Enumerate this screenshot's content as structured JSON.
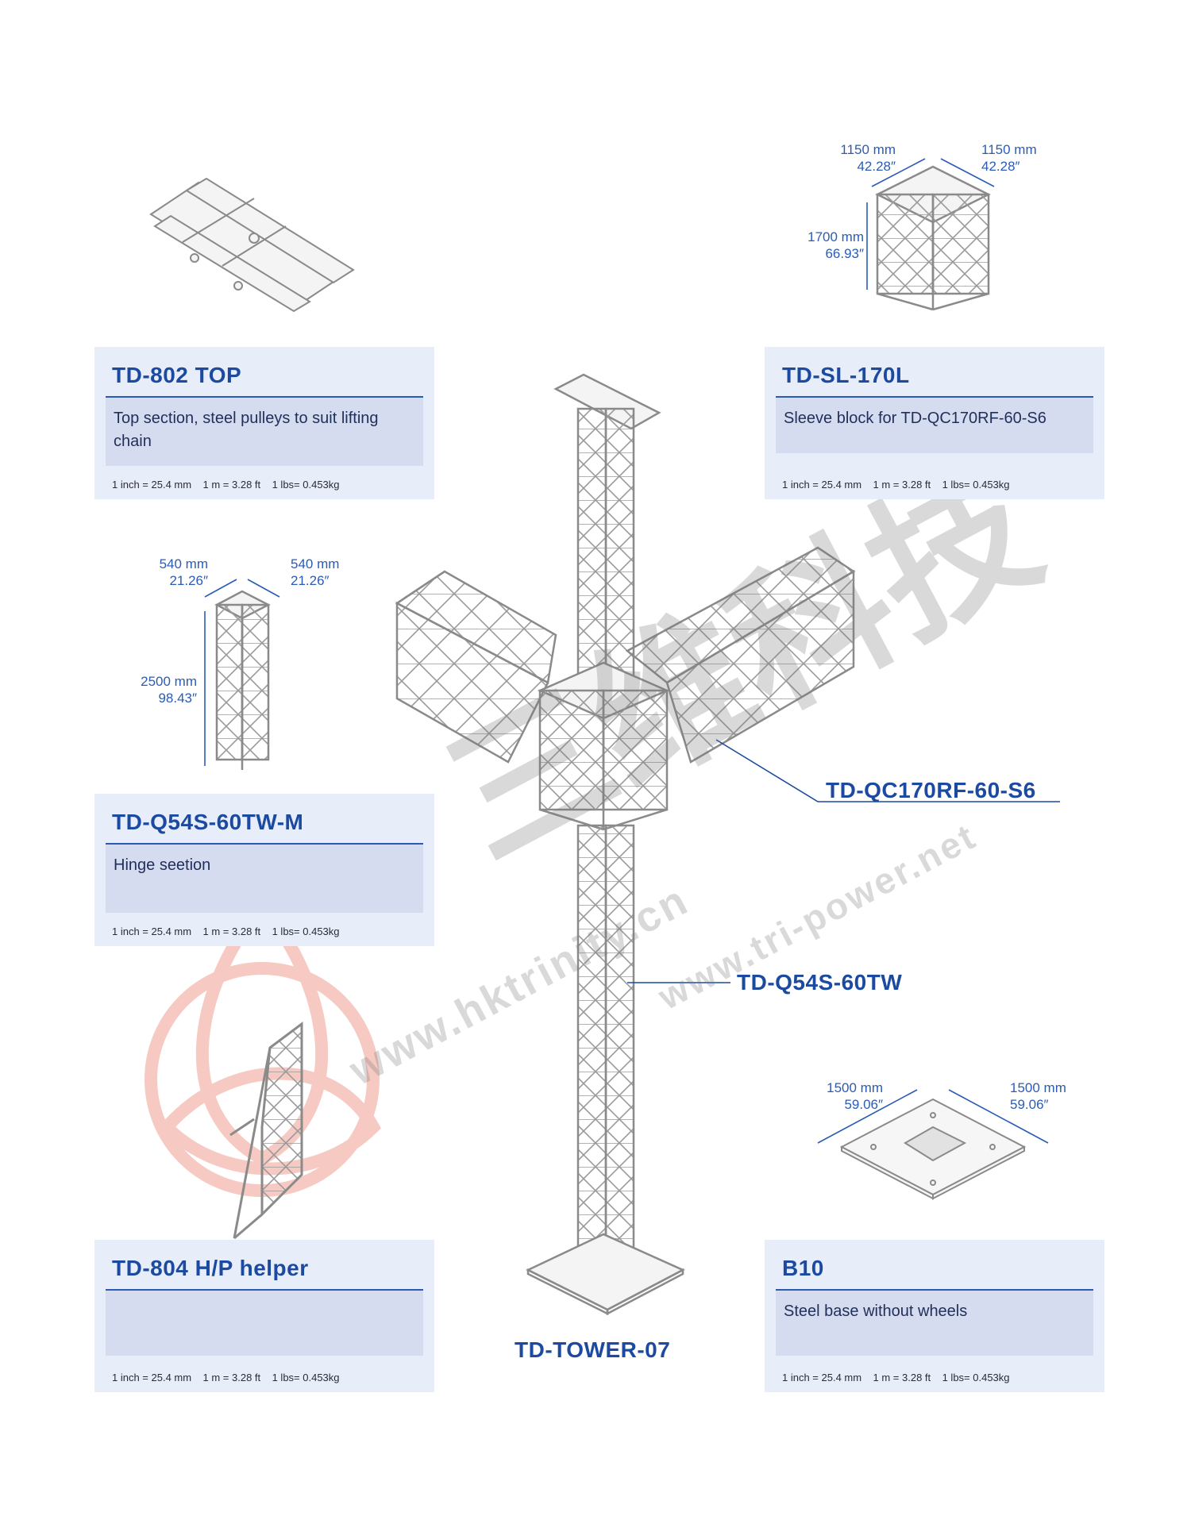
{
  "cards": {
    "top": {
      "title": "TD-802 TOP",
      "desc": "Top section, steel pulleys to suit lifting chain",
      "units": "1 inch = 25.4 mm    1 m = 3.28 ft    1 lbs= 0.453kg"
    },
    "sleeve": {
      "title": "TD-SL-170L",
      "desc": "Sleeve block for TD-QC170RF-60-S6",
      "units": "1 inch = 25.4 mm    1 m = 3.28 ft    1 lbs= 0.453kg"
    },
    "hinge": {
      "title": "TD-Q54S-60TW-M",
      "desc": "Hinge seetion",
      "units": "1 inch = 25.4 mm    1 m = 3.28 ft    1 lbs= 0.453kg"
    },
    "helper": {
      "title": "TD-804 H/P helper",
      "desc": "",
      "units": "1 inch = 25.4 mm    1 m = 3.28 ft    1 lbs= 0.453kg"
    },
    "base": {
      "title": "B10",
      "desc": "Steel base without wheels",
      "units": "1 inch = 25.4 mm    1 m = 3.28 ft    1 lbs= 0.453kg"
    }
  },
  "dims": {
    "sleeve_left": "1150 mm\n42.28″",
    "sleeve_right": "1150 mm\n42.28″",
    "sleeve_height": "1700 mm\n66.93″",
    "hinge_left": "540 mm\n21.26″",
    "hinge_right": "540 mm\n21.26″",
    "hinge_height": "2500 mm\n98.43″",
    "base_left": "1500 mm\n59.06″",
    "base_right": "1500 mm\n59.06″"
  },
  "callouts": {
    "qc": "TD-QC170RF-60-S6",
    "tw": "TD-Q54S-60TW",
    "tower": "TD-TOWER-07"
  },
  "watermark": {
    "chinese": "三维科技",
    "url1": "www.hktrinity.cn",
    "url2": "www.tri-power.net",
    "reg": "®"
  }
}
